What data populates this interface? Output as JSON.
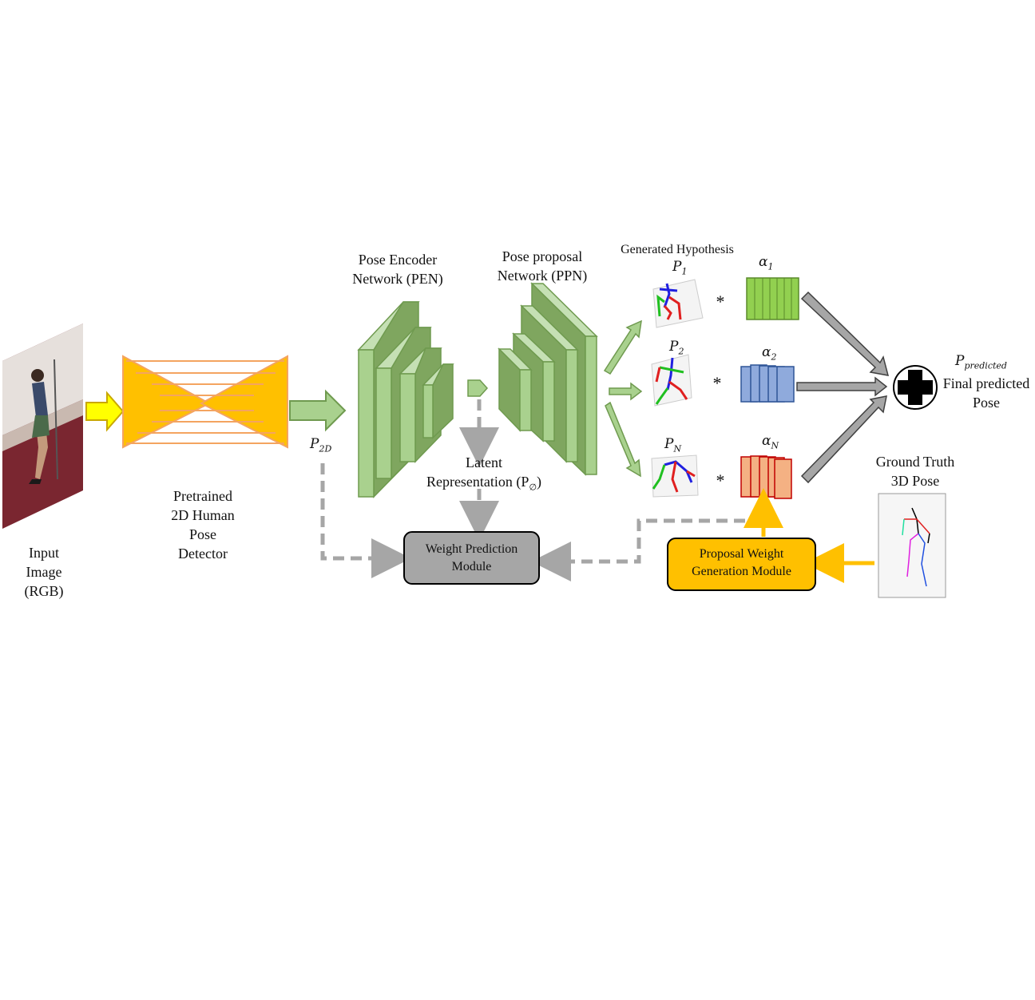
{
  "labels": {
    "input": [
      "Input",
      "Image",
      "(RGB)"
    ],
    "detector": [
      "Pretrained",
      "2D Human",
      "Pose",
      "Detector"
    ],
    "p2d": {
      "main": "P",
      "sub": "2D"
    },
    "pen": [
      "Pose Encoder",
      "Network (PEN)"
    ],
    "ppn": [
      "Pose proposal",
      "Network (PPN)"
    ],
    "latent": [
      "Latent",
      "Representation (P"
    ],
    "latent_sub": "∅",
    "latent_close": ")",
    "generated": "Generated Hypothesis",
    "hyp": [
      {
        "main": "P",
        "sub": "1"
      },
      {
        "main": "P",
        "sub": "2"
      },
      {
        "main": "P",
        "sub": "N"
      }
    ],
    "alpha": [
      {
        "main": "α",
        "sub": "1"
      },
      {
        "main": "α",
        "sub": "2"
      },
      {
        "main": "α",
        "sub": "N"
      }
    ],
    "multiply": "*",
    "predicted": {
      "main": "P",
      "sub": "predicted"
    },
    "final": [
      "Final predicted",
      "Pose"
    ],
    "ground_truth": [
      "Ground Truth",
      "3D Pose"
    ],
    "wpm": [
      "Weight Prediction",
      "Module"
    ],
    "pwgm": [
      "Proposal Weight",
      "Generation Module"
    ]
  },
  "colors": {
    "green_block": "#a9d18e",
    "green_dark": "#6f9a4f",
    "orange_detector": "#ffc000",
    "orange_line": "#f4a460",
    "yellow_arrow": "#ffff00",
    "weight1": "#92d050",
    "weight2": "#8faadc",
    "weightN": "#f4b183",
    "wpm_fill": "#a6a6a6",
    "pwgm_fill": "#ffc000",
    "dashed": "#a6a6a6",
    "gray_arrow": "#a6a6a6"
  }
}
